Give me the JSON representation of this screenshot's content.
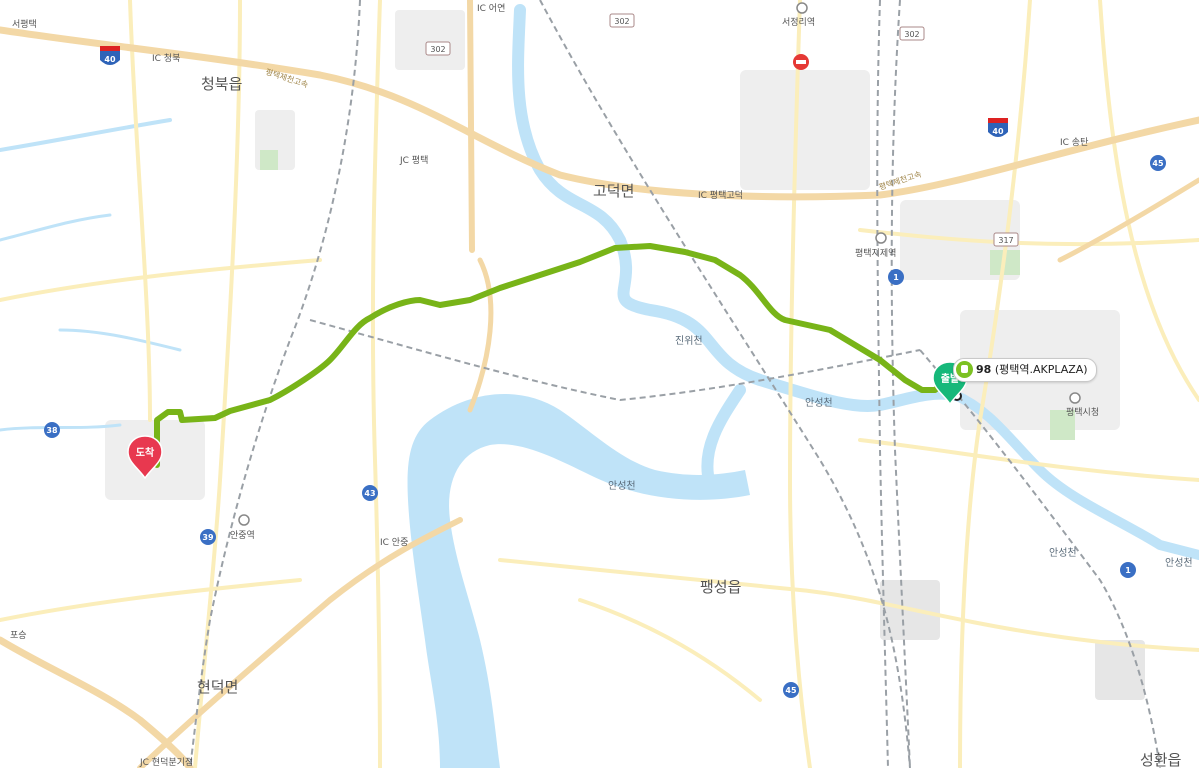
{
  "map": {
    "places": {
      "seopyeongtaek": "서평택",
      "cheongbuk_eup": "청북읍",
      "ic_cheongbuk": "IC 청북",
      "jc_pyeongtaek": "JC 평택",
      "ic_top": "IC 어연",
      "godeok_myeon": "고덕면",
      "ic_pyeongtaek_godeok": "IC 평택고덕",
      "seojeongri_station": "서정리역",
      "ic_songtan": "IC 송탄",
      "pyeongtaekjije_station": "평택지제역",
      "jinwicheon": "진위천",
      "anseongcheon_1": "안성천",
      "anseongcheon_2": "안성천",
      "anseongcheon_3": "안성천",
      "anseongcheon_4": "안성천",
      "pyeongtaek_cityhall": "평택시청",
      "anjung_station": "안중역",
      "ic_anjung": "IC 안중",
      "paengseong_eup": "팽성읍",
      "poseung": "포승",
      "hyeondeok_myeon": "현덕면",
      "jc_hyeondeok": "JC 현덕분기점",
      "seonghwan_eup": "성환읍",
      "expressway_1": "평택제천고속",
      "expressway_2": "평택제천고속"
    },
    "road_numbers": {
      "r40_west": "40",
      "r40_east": "40",
      "r302_a": "302",
      "r302_b": "302",
      "r302_c": "302",
      "r317": "317",
      "r45_east": "45",
      "r45_south": "45",
      "r1_a": "1",
      "r1_b": "1",
      "r38": "38",
      "r39": "39",
      "r43": "43"
    },
    "markers": {
      "start": "출발",
      "end": "도착"
    },
    "bus_stop": {
      "number": "98",
      "name": "(평택역.AKPLAZA)"
    },
    "colors": {
      "route": "#78b418",
      "start_marker": "#16b87a",
      "end_marker": "#e8384f",
      "water": "#bfe3f8",
      "major_road": "#f3d8a6",
      "minor_road": "#fbeebb",
      "railway": "#9aa0a6"
    }
  }
}
